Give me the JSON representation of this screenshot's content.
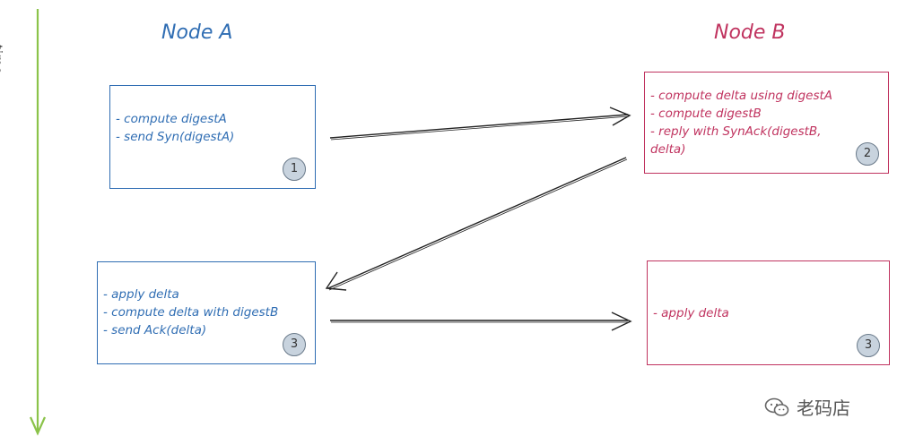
{
  "axis": {
    "label": "time"
  },
  "node_a": {
    "title": "Node A",
    "step1": {
      "lines": [
        "- compute digestA",
        "- send Syn(digestA)"
      ],
      "badge": "1"
    },
    "step3": {
      "lines": [
        "- apply delta",
        "- compute delta with digestB",
        "- send Ack(delta)"
      ],
      "badge": "3"
    }
  },
  "node_b": {
    "title": "Node B",
    "step2": {
      "lines": [
        "- compute delta using digestA",
        "- compute digestB",
        "- reply with SynAck(digestB,",
        "delta)"
      ],
      "badge": "2"
    },
    "step3": {
      "lines": [
        "- apply delta"
      ],
      "badge": "3"
    }
  },
  "watermark": {
    "text": "老码店"
  },
  "colors": {
    "node_a": "#2f6db3",
    "node_b": "#c0335f",
    "time_axis": "#8bc34a",
    "arrow": "#222222"
  }
}
